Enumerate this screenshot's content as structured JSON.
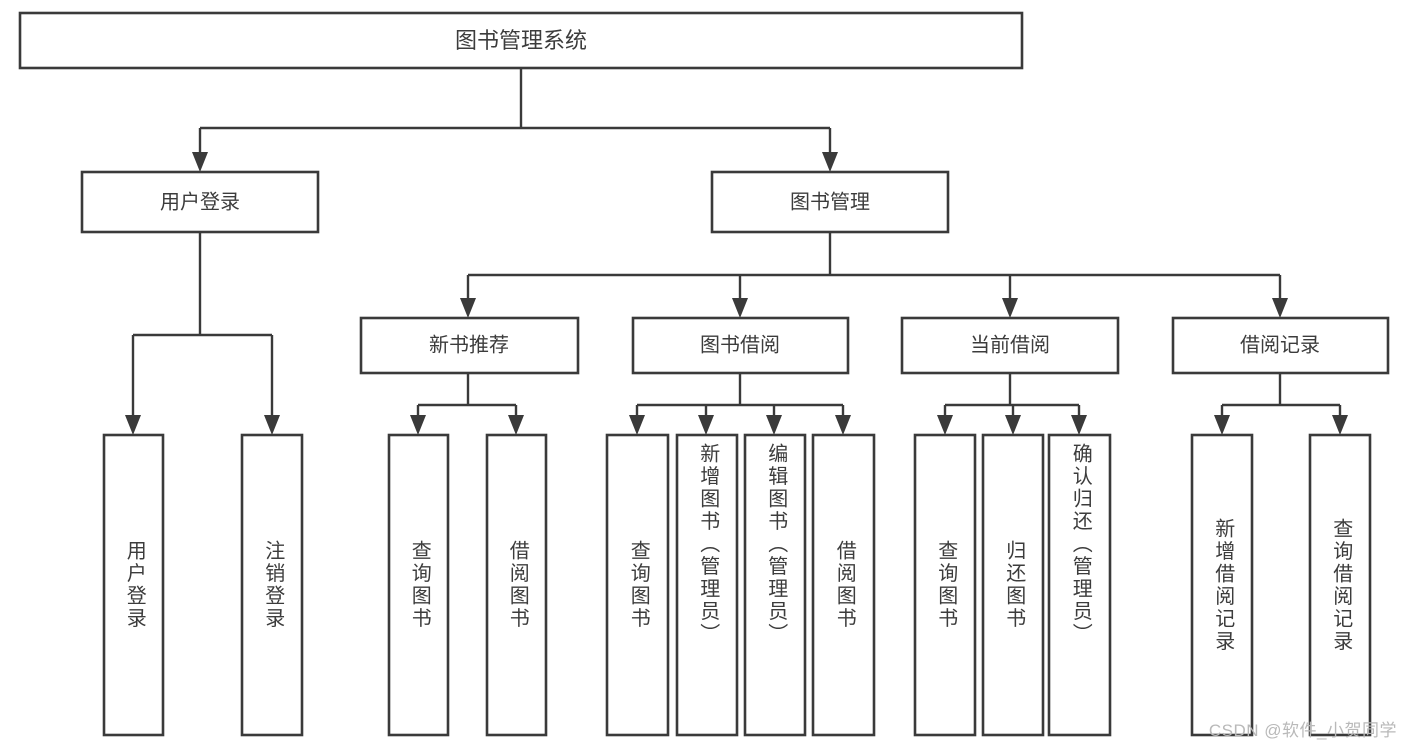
{
  "diagram": {
    "type": "tree-hierarchy",
    "title": "图书管理系统",
    "root": {
      "id": "root",
      "label": "图书管理系统"
    },
    "level1": [
      {
        "id": "user-login",
        "label": "用户登录"
      },
      {
        "id": "book-manage",
        "label": "图书管理"
      }
    ],
    "level2": [
      {
        "id": "new-book-rec",
        "label": "新书推荐",
        "parent": "book-manage"
      },
      {
        "id": "book-borrow",
        "label": "图书借阅",
        "parent": "book-manage"
      },
      {
        "id": "current-borrow",
        "label": "当前借阅",
        "parent": "book-manage"
      },
      {
        "id": "borrow-record",
        "label": "借阅记录",
        "parent": "book-manage"
      }
    ],
    "leaves": [
      {
        "id": "leaf-user-login",
        "label": "用户登录",
        "parent": "user-login"
      },
      {
        "id": "leaf-logout",
        "label": "注销登录",
        "parent": "user-login"
      },
      {
        "id": "leaf-query-book-1",
        "label": "查询图书",
        "parent": "new-book-rec"
      },
      {
        "id": "leaf-borrow-book-1",
        "label": "借阅图书",
        "parent": "new-book-rec"
      },
      {
        "id": "leaf-query-book-2",
        "label": "查询图书",
        "parent": "book-borrow"
      },
      {
        "id": "leaf-add-book",
        "label": "新增图书（管理员）",
        "parent": "book-borrow"
      },
      {
        "id": "leaf-edit-book",
        "label": "编辑图书（管理员）",
        "parent": "book-borrow"
      },
      {
        "id": "leaf-borrow-book-2",
        "label": "借阅图书",
        "parent": "book-borrow"
      },
      {
        "id": "leaf-query-book-3",
        "label": "查询图书",
        "parent": "current-borrow"
      },
      {
        "id": "leaf-return-book",
        "label": "归还图书",
        "parent": "current-borrow"
      },
      {
        "id": "leaf-confirm-return",
        "label": "确认归还（管理员）",
        "parent": "current-borrow"
      },
      {
        "id": "leaf-add-record",
        "label": "新增借阅记录",
        "parent": "borrow-record"
      },
      {
        "id": "leaf-query-record",
        "label": "查询借阅记录",
        "parent": "borrow-record"
      }
    ],
    "colors": {
      "stroke": "#3a3a3a",
      "text": "#3c3c3c",
      "background": "#ffffff",
      "watermark": "#b9b9b9"
    }
  },
  "watermark": {
    "text": "CSDN @软件_小贺同学"
  }
}
